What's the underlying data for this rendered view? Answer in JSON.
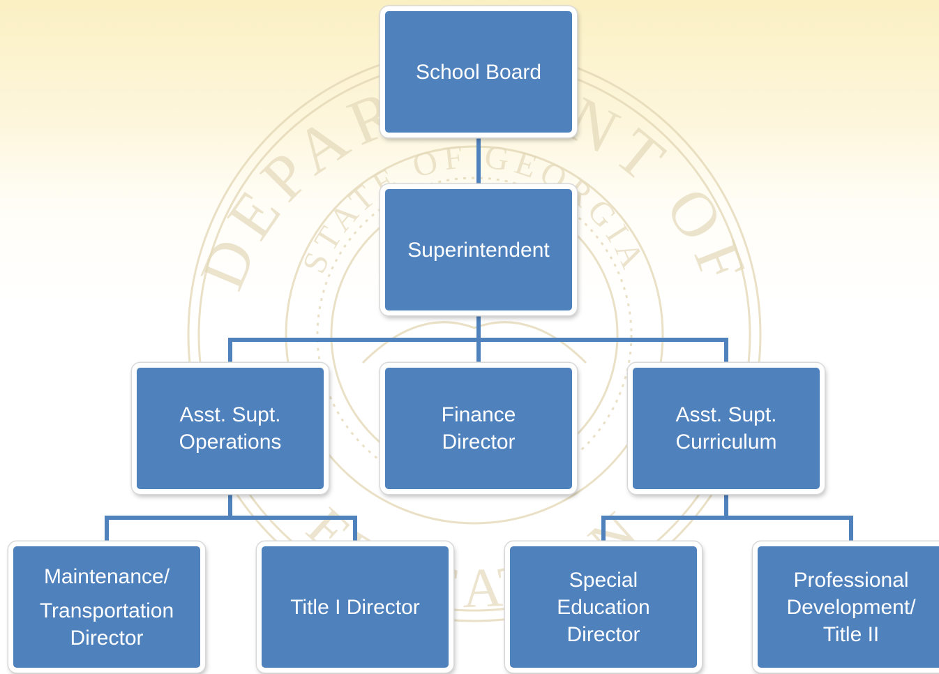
{
  "colors": {
    "node_fill": "#4f81bd",
    "node_border": "#ffffff",
    "connector": "#4f81bd",
    "seal": "#d9c9a0"
  },
  "background": {
    "watermark_icon": "department-seal-watermark-icon",
    "watermark_text_top": "DEPARTMENT OF",
    "watermark_text_bottom": "EDUCATION",
    "watermark_inner_text": "STATE OF GEORGIA"
  },
  "org_chart": {
    "board": {
      "lines": [
        "School Board"
      ]
    },
    "superintendent": {
      "lines": [
        "Superintendent"
      ]
    },
    "operations": {
      "lines": [
        "Asst. Supt.",
        "Operations"
      ]
    },
    "finance": {
      "lines": [
        "Finance",
        "Director"
      ]
    },
    "curriculum": {
      "lines": [
        "Asst. Supt.",
        "Curriculum"
      ]
    },
    "maintenance": {
      "lines": [
        "Maintenance/",
        "Transportation",
        "Director"
      ]
    },
    "title1": {
      "lines": [
        "Title I Director"
      ]
    },
    "special_ed": {
      "lines": [
        "Special",
        "Education",
        "Director"
      ]
    },
    "prof_dev": {
      "lines": [
        "Professional",
        "Development/",
        "Title II"
      ]
    }
  }
}
